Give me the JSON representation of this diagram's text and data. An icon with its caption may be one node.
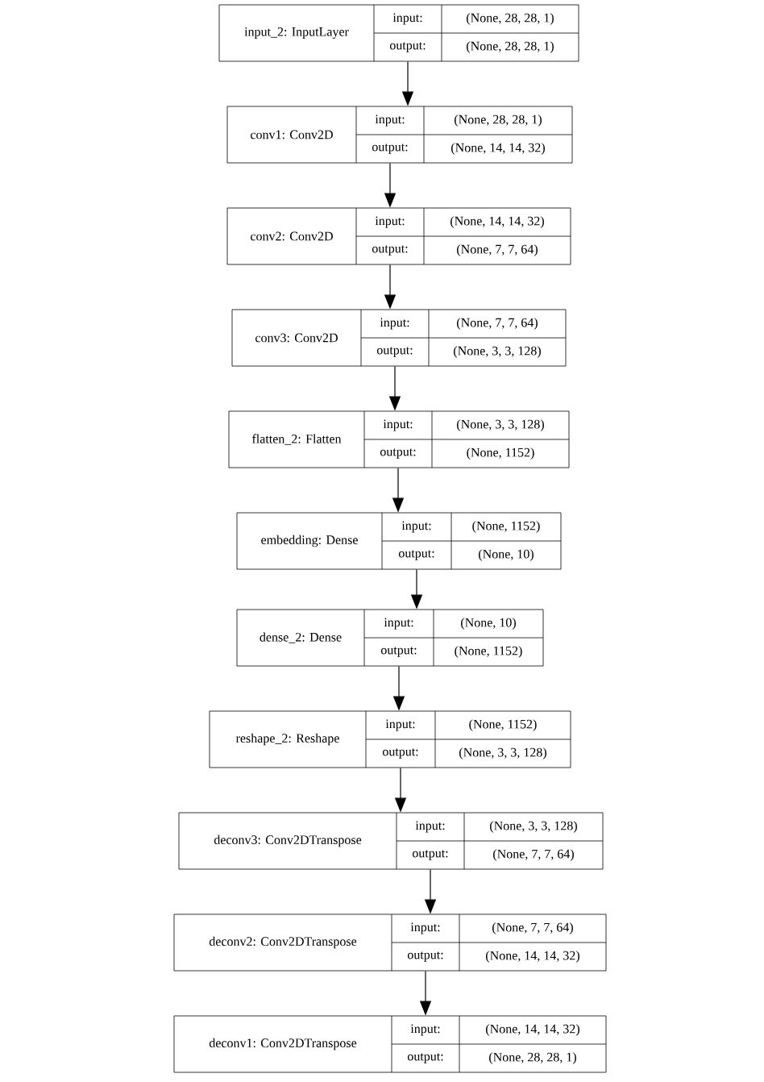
{
  "diagram": {
    "nodes": [
      {
        "text": [
          "input_2: InputLayer",
          "input:",
          "(None, 28, 28, 1)",
          "output:",
          "(None, 28, 28, 1)"
        ]
      },
      {
        "text": [
          "conv1: Conv2D",
          "input:",
          "(None, 28, 28, 1)",
          "output:",
          "(None, 14, 14, 32)"
        ]
      },
      {
        "text": [
          "conv2: Conv2D",
          "input:",
          "(None, 14, 14, 32)",
          "output:",
          "(None, 7, 7, 64)"
        ]
      },
      {
        "text": [
          "conv3: Conv2D",
          "input:",
          "(None, 7, 7, 64)",
          "output:",
          "(None, 3, 3, 128)"
        ]
      },
      {
        "text": [
          "flatten_2: Flatten",
          "input:",
          "(None, 3, 3, 128)",
          "output:",
          "(None, 1152)"
        ]
      },
      {
        "text": [
          "embedding: Dense",
          "input:",
          "(None, 1152)",
          "output:",
          "(None, 10)"
        ]
      },
      {
        "text": [
          "dense_2: Dense",
          "input:",
          "(None, 10)",
          "output:",
          "(None, 1152)"
        ]
      },
      {
        "text": [
          "reshape_2: Reshape",
          "input:",
          "(None, 1152)",
          "output:",
          "(None, 3, 3, 128)"
        ]
      },
      {
        "text": [
          "deconv3: Conv2DTranspose",
          "input:",
          "(None, 3, 3, 128)",
          "output:",
          "(None, 7, 7, 64)"
        ]
      },
      {
        "text": [
          "deconv2: Conv2DTranspose",
          "input:",
          "(None, 7, 7, 64)",
          "output:",
          "(None, 14, 14, 32)"
        ]
      },
      {
        "text": [
          "deconv1: Conv2DTranspose",
          "input:",
          "(None, 14, 14, 32)",
          "output:",
          "(None, 28, 28, 1)"
        ]
      }
    ],
    "edges": [
      {
        "from": 0,
        "to": 1,
        "arrow": "to"
      },
      {
        "from": 1,
        "to": 2,
        "arrow": "to"
      },
      {
        "from": 2,
        "to": 3,
        "arrow": "to"
      },
      {
        "from": 3,
        "to": 4,
        "arrow": "to"
      },
      {
        "from": 4,
        "to": 5,
        "arrow": "to"
      },
      {
        "from": 5,
        "to": 6,
        "arrow": "to"
      },
      {
        "from": 6,
        "to": 7,
        "arrow": "to"
      },
      {
        "from": 7,
        "to": 8,
        "arrow": "to"
      },
      {
        "from": 8,
        "to": 9,
        "arrow": "to"
      },
      {
        "from": 9,
        "to": 10,
        "arrow": "to"
      }
    ]
  }
}
